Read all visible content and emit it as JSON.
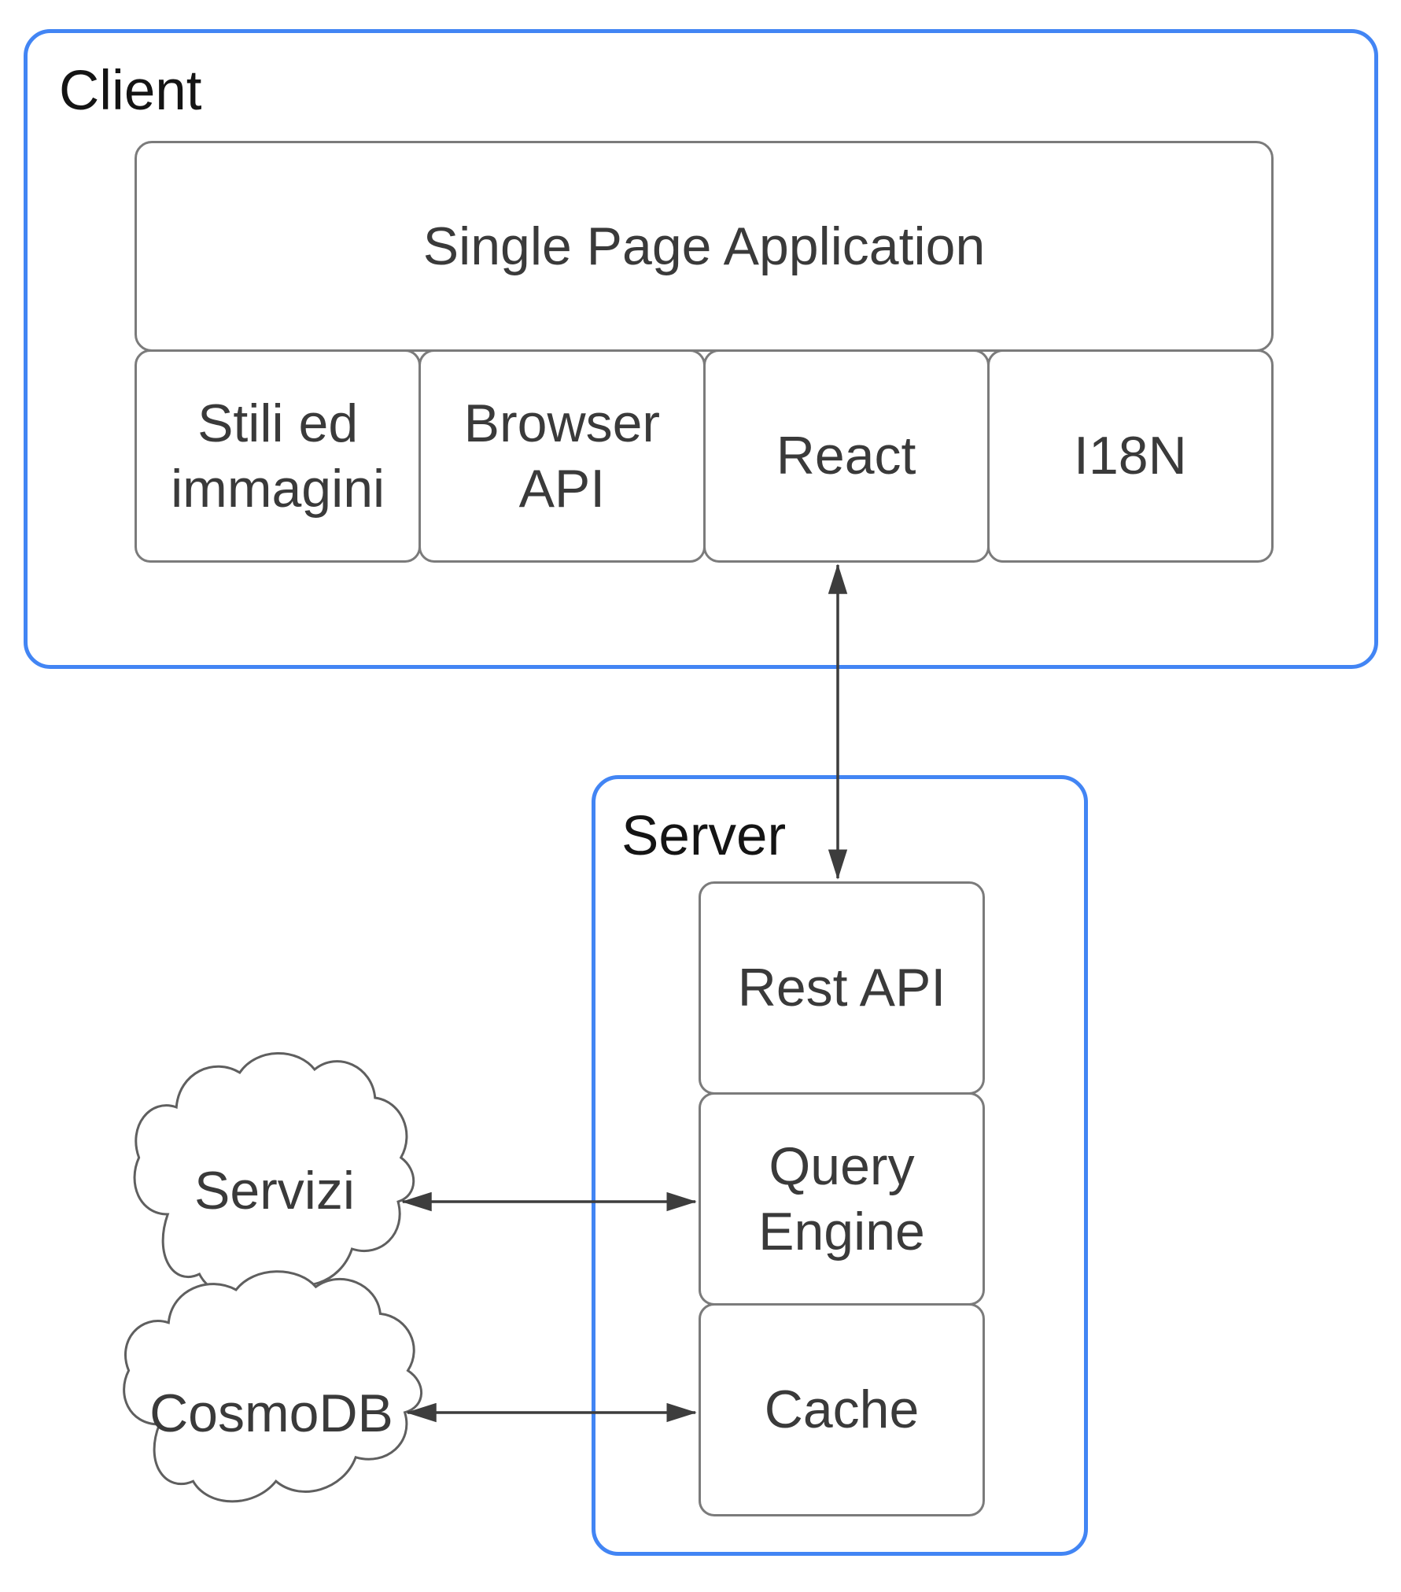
{
  "colors": {
    "accent_blue": "#4285f4",
    "box_border": "#7b7b7b",
    "cloud_stroke": "#5f5f5f",
    "arrow": "#3d3d3d",
    "label_color": "#141414",
    "text_color": "#3a3a3a"
  },
  "client": {
    "label": "Client",
    "spa_label": "Single Page Application",
    "modules": [
      {
        "label": "Stili ed immagini"
      },
      {
        "label": "Browser API"
      },
      {
        "label": "React"
      },
      {
        "label": "I18N"
      }
    ]
  },
  "server": {
    "label": "Server",
    "components": [
      {
        "label": "Rest API"
      },
      {
        "label": "Query Engine"
      },
      {
        "label": "Cache"
      }
    ]
  },
  "clouds": [
    {
      "label": "Servizi"
    },
    {
      "label": "CosmoDB"
    }
  ]
}
